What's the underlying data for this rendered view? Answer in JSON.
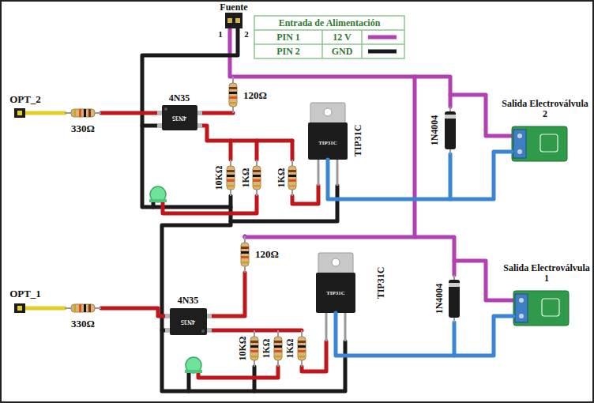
{
  "diagram": {
    "nodes": [
      {
        "text": [
          "Fuente"
        ]
      },
      {
        "text": [
          "4N35",
          "4N35"
        ]
      },
      {
        "text": [
          "TIP31C",
          "TIP31C"
        ]
      },
      {
        "text": [
          "Salida Electroválvula 2"
        ]
      },
      {
        "text": [
          "4N35",
          "4N35"
        ]
      },
      {
        "text": [
          "TIP31C",
          "TIP31C"
        ]
      },
      {
        "text": [
          "Salida Electroválvula 1"
        ]
      }
    ],
    "edges": [
      {
        "from": 2,
        "to": 3,
        "arrow": "none"
      },
      {
        "from": 5,
        "to": 6,
        "arrow": "none"
      }
    ],
    "labels": [
      "1",
      "2",
      "Entrada de Alimentación",
      "PIN 1",
      "PIN 2",
      "OPT_2",
      "330Ω",
      "120Ω",
      "10KΩ",
      "1KΩ",
      "1KΩ",
      "1N4004",
      "OPT_1",
      "330Ω",
      "120Ω",
      "10KΩ",
      "1KΩ",
      "1KΩ",
      "1N4004"
    ],
    "legend": [
      {
        "text": "12 V"
      },
      {
        "text": "GND"
      }
    ]
  }
}
